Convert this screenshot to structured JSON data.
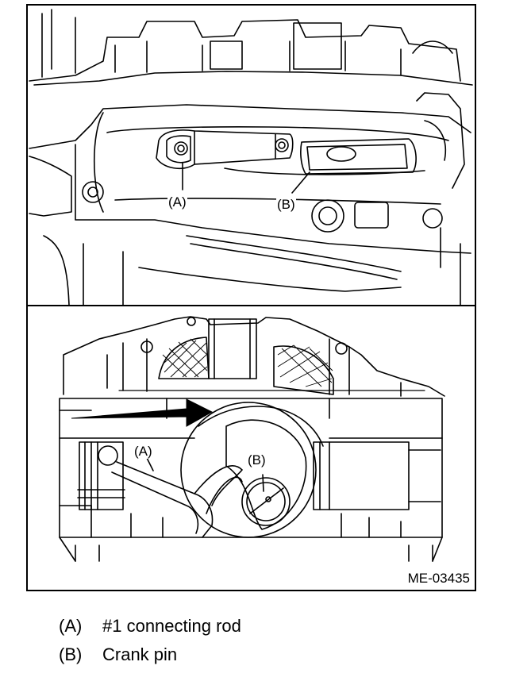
{
  "figure": {
    "id": "ME-03435",
    "top_view": {
      "callouts": {
        "a": "(A)",
        "b": "(B)"
      }
    },
    "bottom_view": {
      "callouts": {
        "a": "(A)",
        "b": "(B)"
      }
    }
  },
  "legend": [
    {
      "key": "(A)",
      "text": "#1 connecting rod"
    },
    {
      "key": "(B)",
      "text": "Crank pin"
    }
  ]
}
